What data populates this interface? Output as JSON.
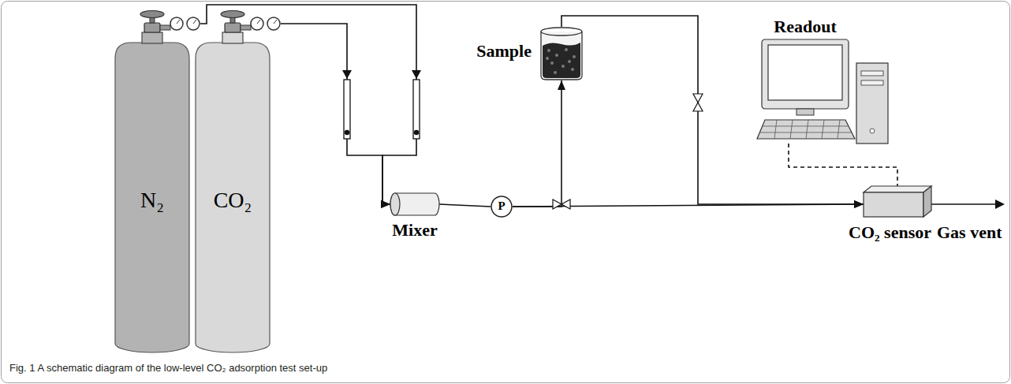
{
  "diagram": {
    "caption": "Fig. 1 A schematic diagram of the low-level CO₂ adsorption test set-up",
    "nodes": [
      {
        "text": [
          "N₂"
        ]
      },
      {
        "text": [
          "CO₂"
        ]
      },
      {
        "text": [
          "Mixer"
        ]
      },
      {
        "text": [
          "P"
        ]
      },
      {
        "text": [
          "Sample"
        ]
      },
      {
        "text": [
          "CO₂ sensor"
        ]
      },
      {
        "text": [
          "Readout"
        ]
      }
    ],
    "edges": [
      {
        "from": 0,
        "to": 2,
        "arrow": "to"
      },
      {
        "from": 1,
        "to": 2,
        "arrow": "to"
      },
      {
        "from": 2,
        "to": 3,
        "arrow": "none"
      },
      {
        "from": 3,
        "to": 4,
        "arrow": "to"
      },
      {
        "from": 3,
        "to": 5,
        "arrow": "to"
      },
      {
        "from": 4,
        "to": 5,
        "arrow": "to"
      },
      {
        "from": 6,
        "to": 5,
        "arrow": "none"
      }
    ],
    "labels": [
      "Gas vent"
    ]
  }
}
